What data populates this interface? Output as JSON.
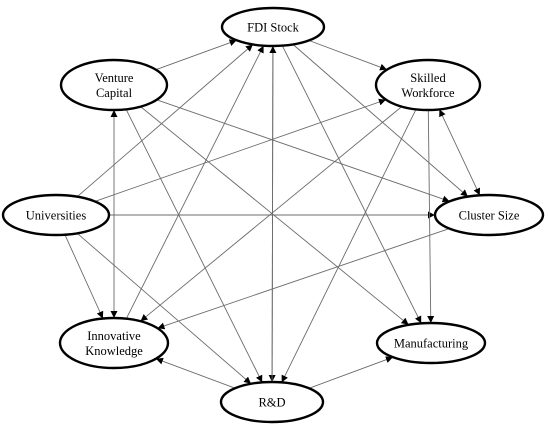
{
  "diagram": {
    "nodes": [
      {
        "id": "fdi",
        "lines": [
          "FDI Stock"
        ]
      },
      {
        "id": "vc",
        "lines": [
          "Venture",
          "Capital"
        ]
      },
      {
        "id": "sw",
        "lines": [
          "Skilled",
          "Workforce"
        ]
      },
      {
        "id": "uni",
        "lines": [
          "Universities"
        ]
      },
      {
        "id": "cs",
        "lines": [
          "Cluster Size"
        ]
      },
      {
        "id": "ik",
        "lines": [
          "Innovative",
          "Knowledge"
        ]
      },
      {
        "id": "mfg",
        "lines": [
          "Manufacturing"
        ]
      },
      {
        "id": "rd",
        "lines": [
          "R&D"
        ]
      }
    ],
    "edges": [
      {
        "from": "vc",
        "to": "fdi",
        "bidirectional": false
      },
      {
        "from": "fdi",
        "to": "sw",
        "bidirectional": false
      },
      {
        "from": "vc",
        "to": "ik",
        "bidirectional": true
      },
      {
        "from": "vc",
        "to": "cs",
        "bidirectional": false
      },
      {
        "from": "vc",
        "to": "rd",
        "bidirectional": false
      },
      {
        "from": "vc",
        "to": "mfg",
        "bidirectional": false
      },
      {
        "from": "uni",
        "to": "fdi",
        "bidirectional": false
      },
      {
        "from": "uni",
        "to": "sw",
        "bidirectional": false
      },
      {
        "from": "uni",
        "to": "cs",
        "bidirectional": false
      },
      {
        "from": "uni",
        "to": "ik",
        "bidirectional": false
      },
      {
        "from": "uni",
        "to": "rd",
        "bidirectional": false
      },
      {
        "from": "fdi",
        "to": "rd",
        "bidirectional": false
      },
      {
        "from": "fdi",
        "to": "cs",
        "bidirectional": false
      },
      {
        "from": "fdi",
        "to": "mfg",
        "bidirectional": false
      },
      {
        "from": "ik",
        "to": "fdi",
        "bidirectional": false
      },
      {
        "from": "sw",
        "to": "cs",
        "bidirectional": true
      },
      {
        "from": "sw",
        "to": "mfg",
        "bidirectional": false
      },
      {
        "from": "sw",
        "to": "ik",
        "bidirectional": false
      },
      {
        "from": "sw",
        "to": "rd",
        "bidirectional": false
      },
      {
        "from": "cs",
        "to": "ik",
        "bidirectional": false
      },
      {
        "from": "rd",
        "to": "fdi",
        "bidirectional": false
      },
      {
        "from": "rd",
        "to": "ik",
        "bidirectional": false
      },
      {
        "from": "rd",
        "to": "mfg",
        "bidirectional": false
      }
    ]
  }
}
